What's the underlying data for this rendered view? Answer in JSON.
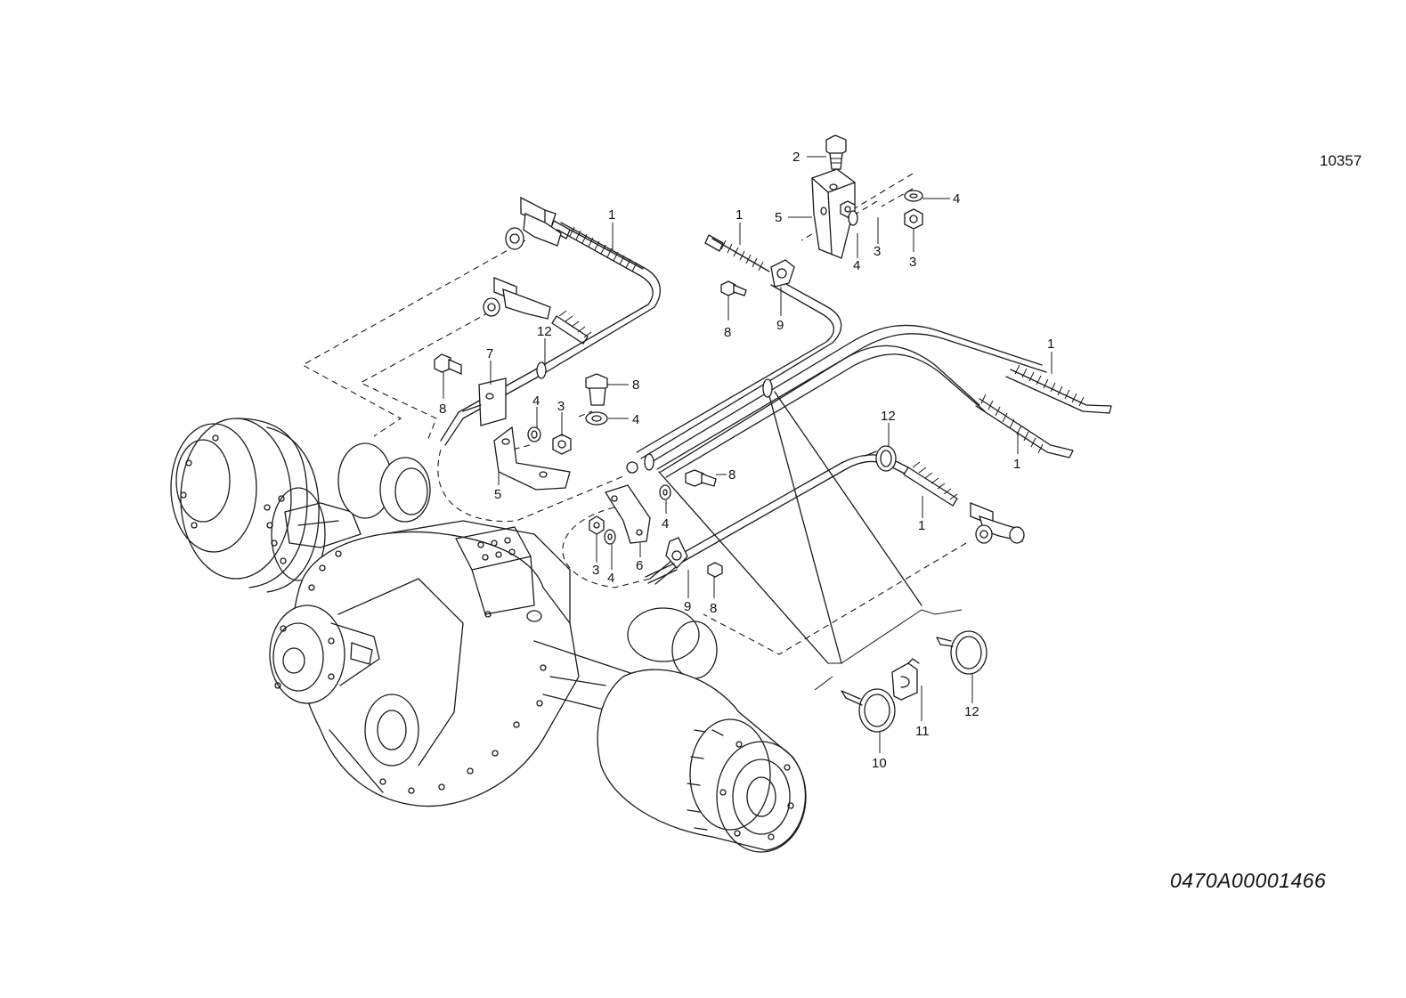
{
  "reference_number": "10357",
  "drawing_number": "0470A00001466",
  "callouts": [
    {
      "id": "c1",
      "text": "1"
    },
    {
      "id": "c2",
      "text": "12"
    },
    {
      "id": "c3",
      "text": "7"
    },
    {
      "id": "c4",
      "text": "8"
    },
    {
      "id": "c5",
      "text": "8"
    },
    {
      "id": "c6",
      "text": "4"
    },
    {
      "id": "c7",
      "text": "3"
    },
    {
      "id": "c8",
      "text": "4"
    },
    {
      "id": "c9",
      "text": "5"
    },
    {
      "id": "c10",
      "text": "2"
    },
    {
      "id": "c11",
      "text": "5"
    },
    {
      "id": "c12",
      "text": "1"
    },
    {
      "id": "c13",
      "text": "4"
    },
    {
      "id": "c14",
      "text": "3"
    },
    {
      "id": "c15",
      "text": "4"
    },
    {
      "id": "c16",
      "text": "3"
    },
    {
      "id": "c17",
      "text": "8"
    },
    {
      "id": "c18",
      "text": "9"
    },
    {
      "id": "c19",
      "text": "1"
    },
    {
      "id": "c20",
      "text": "1"
    },
    {
      "id": "c21",
      "text": "12"
    },
    {
      "id": "c22",
      "text": "8"
    },
    {
      "id": "c23",
      "text": "1"
    },
    {
      "id": "c24",
      "text": "4"
    },
    {
      "id": "c25",
      "text": "3"
    },
    {
      "id": "c26",
      "text": "4"
    },
    {
      "id": "c27",
      "text": "6"
    },
    {
      "id": "c28",
      "text": "9"
    },
    {
      "id": "c29",
      "text": "8"
    },
    {
      "id": "c30",
      "text": "12"
    },
    {
      "id": "c31",
      "text": "11"
    },
    {
      "id": "c32",
      "text": "10"
    }
  ]
}
